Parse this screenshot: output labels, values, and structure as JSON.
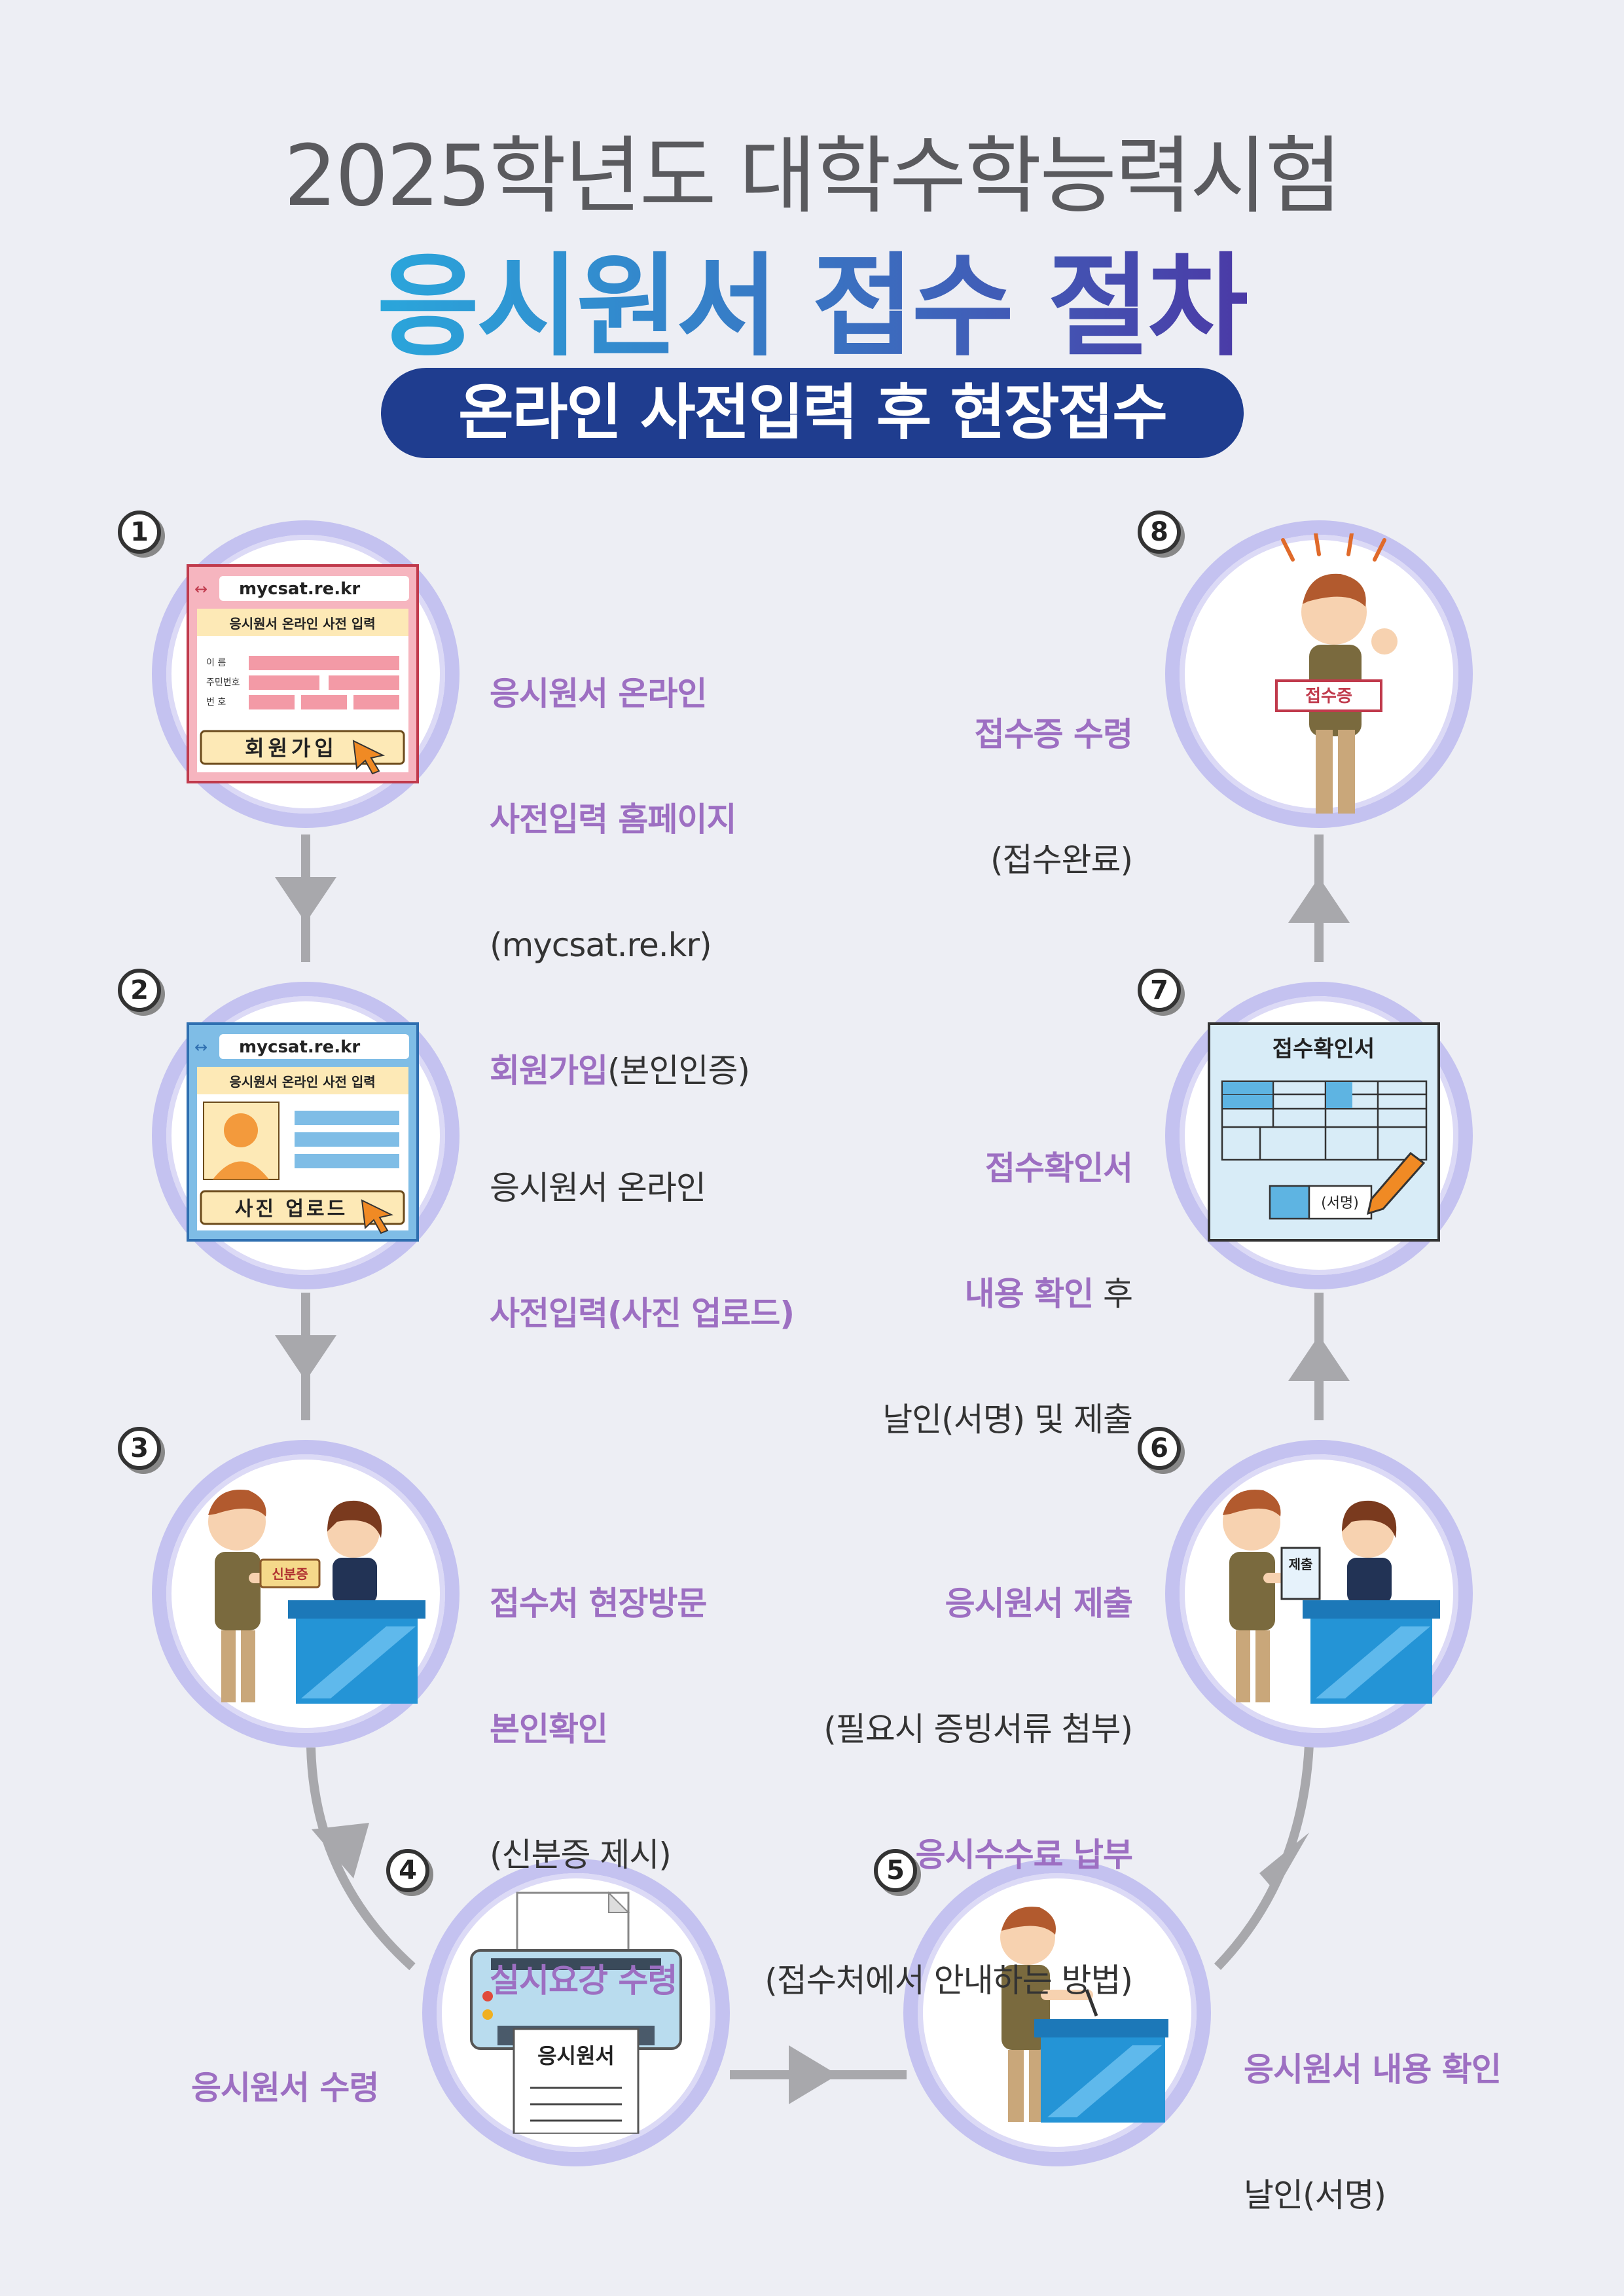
{
  "header": {
    "year_title": "2025학년도 대학수학능력시험",
    "main_title": "응시원서 접수 절차",
    "pill": "온라인 사전입력 후 현장접수"
  },
  "steps": [
    {
      "num": "1",
      "lines": [
        [
          "응시원서 온라인",
          "p"
        ],
        [
          "사전입력 홈페이지",
          "p"
        ],
        [
          "(mycsat.re.kr)",
          "n"
        ]
      ],
      "tail": {
        "a": "회원가입",
        "b": "(본인인증)"
      },
      "screen": {
        "url": "mycsat.re.kr",
        "header": "응시원서 온라인 사전 입력",
        "fields": [
          "이 름",
          "주민번호",
          "번 호"
        ],
        "button": "회원가입"
      }
    },
    {
      "num": "2",
      "lines": [
        [
          "응시원서 온라인",
          "n"
        ],
        [
          "사전입력(사진 업로드)",
          "p"
        ]
      ],
      "screen": {
        "url": "mycsat.re.kr",
        "header": "응시원서 온라인 사전 입력",
        "button": "사진 업로드"
      }
    },
    {
      "num": "3",
      "lines": [
        [
          "접수처 현장방문",
          "p"
        ],
        [
          "본인확인",
          "p"
        ],
        [
          "(신분증 제시)",
          "n"
        ],
        [
          "실시요강 수령",
          "p"
        ]
      ],
      "card": "신분증"
    },
    {
      "num": "4",
      "lines": [
        [
          "응시원서 수령",
          "p"
        ]
      ],
      "paper": "응시원서"
    },
    {
      "num": "5",
      "lines": [
        [
          "응시원서 내용 확인",
          "p"
        ],
        [
          "날인(서명)",
          "n"
        ]
      ]
    },
    {
      "num": "6",
      "lines": [
        [
          "응시원서 제출",
          "p"
        ],
        [
          "(필요시 증빙서류 첨부)",
          "n"
        ],
        [
          "응시수수료 납부",
          "p"
        ],
        [
          "(접수처에서 안내하는 방법)",
          "n"
        ]
      ],
      "card": "제출"
    },
    {
      "num": "7",
      "lines": [
        [
          "접수확인서",
          "p"
        ],
        [
          "내용 확인",
          "p"
        ],
        [
          "날인(서명) 및 제출",
          "n"
        ]
      ],
      "tail7": "후",
      "form": {
        "title": "접수확인서",
        "sign": "(서명)"
      }
    },
    {
      "num": "8",
      "lines": [
        [
          "접수증 수령",
          "p"
        ],
        [
          "(접수완료)",
          "n"
        ]
      ],
      "sign": "접수증"
    }
  ],
  "colors": {
    "purple_text": "#9d6fc2",
    "navy_pill": "#1f3d8f",
    "ring": "#c4c2f0",
    "arrow": "#a8a8ac"
  }
}
